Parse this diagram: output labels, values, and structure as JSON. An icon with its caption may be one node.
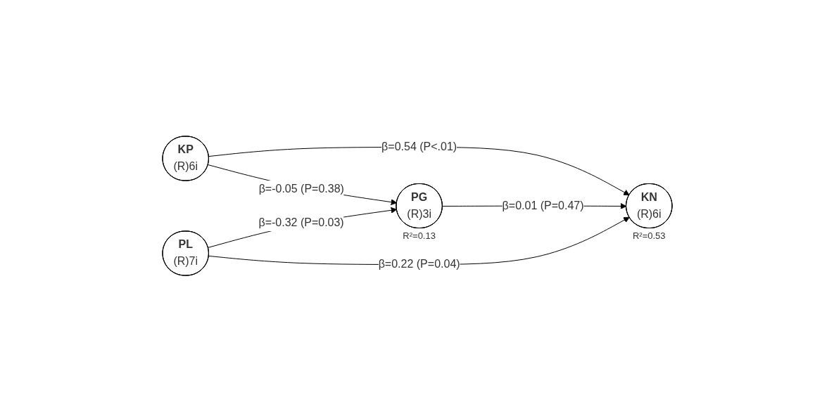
{
  "diagram": {
    "nodes": [
      {
        "text": [
          "KP",
          "(R)6i"
        ]
      },
      {
        "text": [
          "PG",
          "(R)3i"
        ],
        "beside": [
          "R²=0.13"
        ]
      },
      {
        "text": [
          "KN",
          "(R)6i"
        ],
        "beside": [
          "R²=0.53"
        ]
      },
      {
        "text": [
          "PL",
          "(R)7i"
        ]
      }
    ],
    "edges": [
      {
        "from": 0,
        "to": 1,
        "arrow": "to",
        "label": "β=-0.05 (P=0.38)"
      },
      {
        "from": 0,
        "to": 2,
        "arrow": "to",
        "label": "β=0.54 (P<.01)"
      },
      {
        "from": 1,
        "to": 2,
        "arrow": "to",
        "label": "β=0.01 (P=0.47)"
      },
      {
        "from": 3,
        "to": 1,
        "arrow": "to",
        "label": "β=-0.32 (P=0.03)"
      },
      {
        "from": 3,
        "to": 2,
        "arrow": "to",
        "label": "β=0.22 (P=0.04)"
      }
    ]
  }
}
